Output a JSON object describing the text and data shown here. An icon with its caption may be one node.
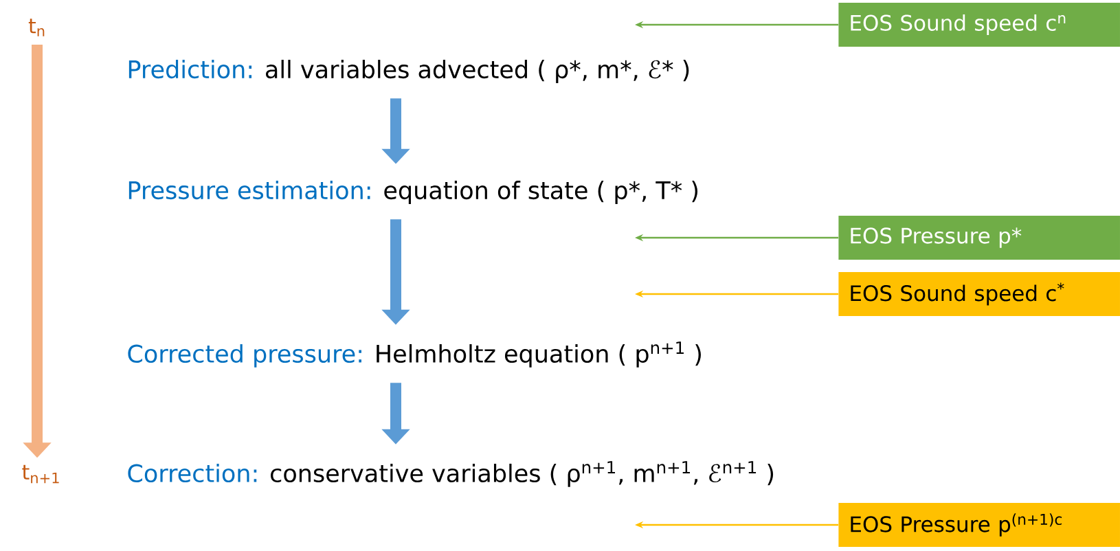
{
  "diagram": {
    "nodes": [
      {
        "text": [
          "t$_{n}$"
        ]
      },
      {
        "text": [
          "EOS Sound speed c$^{n}$"
        ]
      },
      {
        "text": [
          "Prediction:",
          "all variables advected ( ρ*, m*, ℰ* )"
        ]
      },
      {
        "text": [
          "Pressure estimation:",
          "equation of state ( p*, T* )"
        ]
      },
      {
        "text": [
          "EOS Pressure p*"
        ]
      },
      {
        "text": [
          "EOS Sound speed c$^{*}$"
        ]
      },
      {
        "text": [
          "Corrected pressure:",
          "Helmholtz equation ( p$^{n+1}$ )"
        ]
      },
      {
        "text": [
          "t$_{n+1}$"
        ]
      },
      {
        "text": [
          "Correction:",
          "conservative variables ( ρ$^{n+1}$, m$^{n+1}$, ℰ$^{n+1}$ )"
        ]
      },
      {
        "text": [
          "EOS Pressure p$^{(n+1)c}$"
        ]
      }
    ],
    "edges": [
      {
        "from": 0,
        "to": 7,
        "arrow": "to",
        "style": "thick",
        "color": "#f4b183"
      },
      {
        "from": 2,
        "to": 3,
        "arrow": "to",
        "style": "thick",
        "color": "#5b9bd5"
      },
      {
        "from": 3,
        "to": 6,
        "arrow": "to",
        "style": "thick",
        "color": "#5b9bd5"
      },
      {
        "from": 6,
        "to": 8,
        "arrow": "to",
        "style": "thick",
        "color": "#5b9bd5"
      },
      {
        "from": 1,
        "to": null,
        "arrow": "to",
        "color": "#70ad47"
      },
      {
        "from": 4,
        "to": null,
        "arrow": "to",
        "color": "#70ad47"
      },
      {
        "from": 5,
        "to": null,
        "arrow": "to",
        "color": "#ffc000"
      },
      {
        "from": 9,
        "to": null,
        "arrow": "to",
        "color": "#ffc000"
      }
    ]
  }
}
